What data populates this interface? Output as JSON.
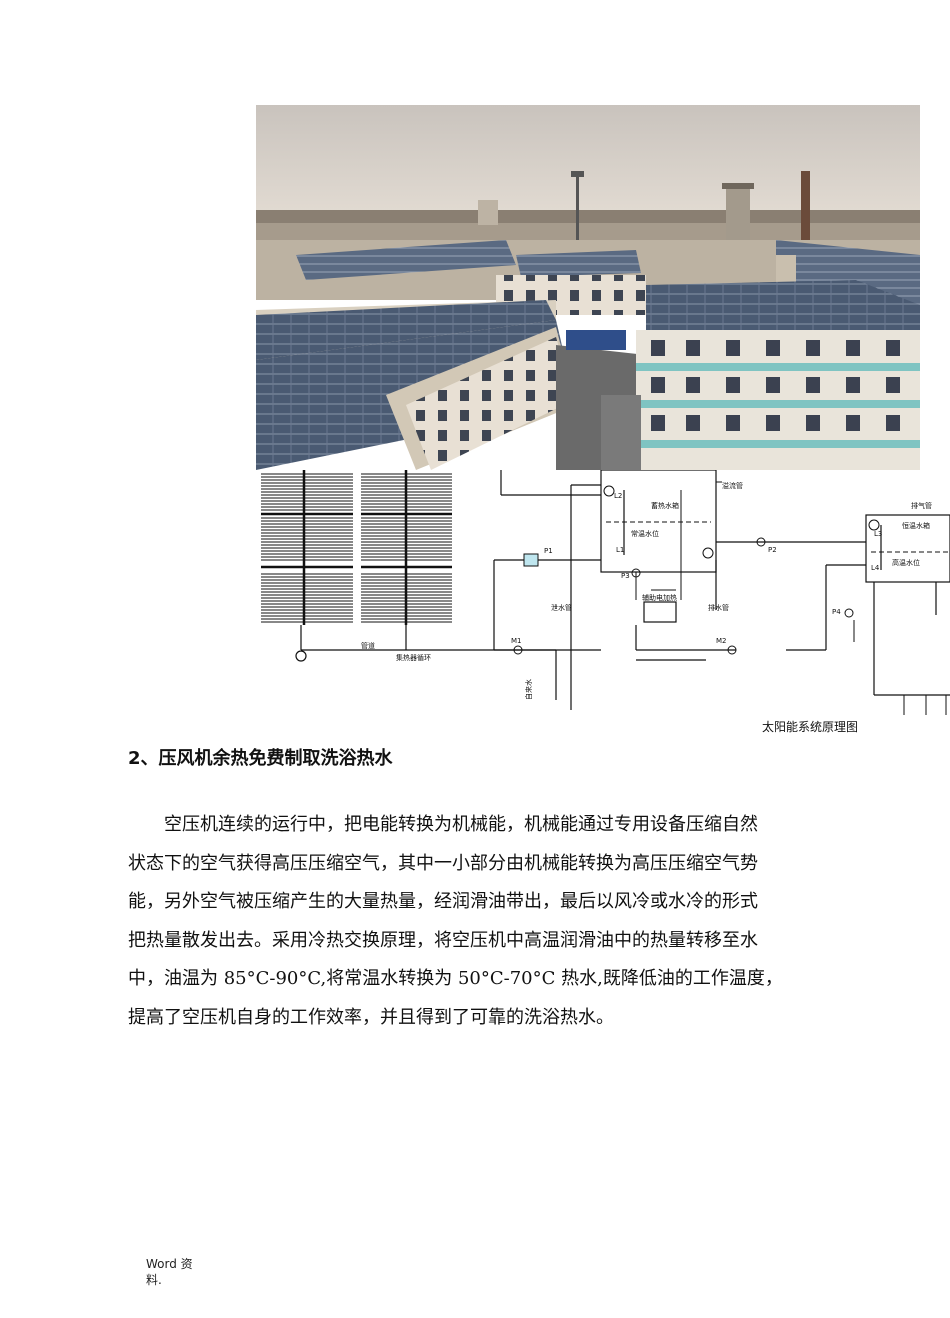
{
  "figure": {
    "caption": "太阳能系统原理图",
    "schematic_labels": {
      "tank1_title": "蓄热水箱",
      "tank1_sub": "常温水位",
      "tank2_title": "恒温水箱",
      "tank2_sub": "高温水位",
      "vent_pipe": "溢流管",
      "exhaust_pipe": "排气管",
      "p1": "P1",
      "p2": "P2",
      "p3": "P3",
      "p4": "P4",
      "l1": "L1",
      "l2": "L2",
      "l3": "L3",
      "l4": "L4",
      "m1": "M1",
      "m2": "M2",
      "drain": "泄水管",
      "supply": "自来水",
      "aux_heater": "辅助电加热",
      "return_note": "集热器循环",
      "drain2": "排水管",
      "pipe_label": "管道"
    }
  },
  "section": {
    "heading": "2、压风机余热免费制取洗浴热水",
    "paragraph_lines": [
      "　　空压机连续的运行中，把电能转换为机械能，机械能通过专用设备压缩自然",
      "状态下的空气获得高压压缩空气，其中一小部分由机械能转换为高压压缩空气势",
      "能，另外空气被压缩产生的大量热量，经润滑油带出，最后以风冷或水冷的形式",
      "把热量散发出去。采用冷热交换原理，将空压机中高温润滑油中的热量转移至水",
      "中，油温为 85°C-90°C,将常温水转换为 50°C-70°C 热水,既降低油的工作温度，",
      "提高了空压机自身的工作效率，并且得到了可靠的洗浴热水。"
    ]
  },
  "footer": {
    "line1": "Word 资",
    "line2": "料."
  }
}
